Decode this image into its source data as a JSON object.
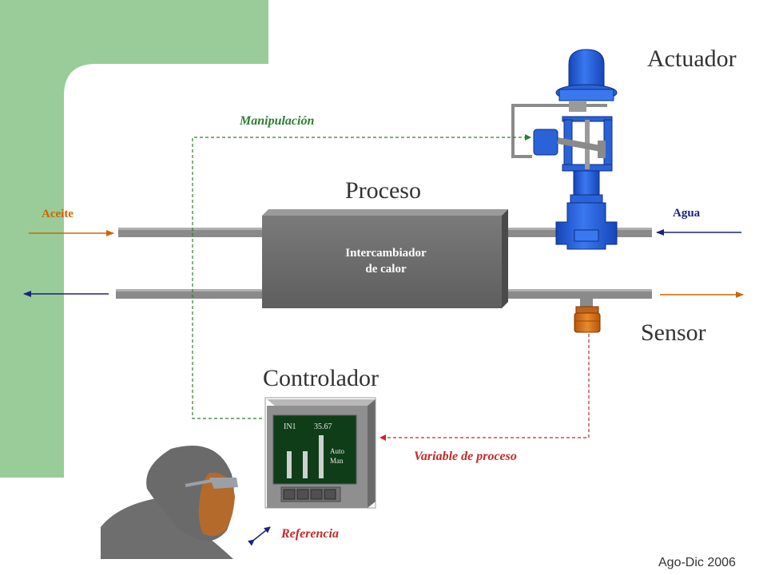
{
  "labels": {
    "actuador": "Actuador",
    "proceso": "Proceso",
    "sensor": "Sensor",
    "controlador": "Controlador",
    "manipulacion": "Manipulación",
    "aceite": "Aceite",
    "agua": "Agua",
    "intercambiador_line1": "Intercambiador",
    "intercambiador_line2": "de calor",
    "variable_de_proceso": "Variable de proceso",
    "referencia": "Referencia",
    "footer": "Ago-Dic 2006"
  },
  "controller_display": {
    "channel": "IN1",
    "value": "35.67",
    "mode_auto": "Auto",
    "mode_man": "Man"
  },
  "colors": {
    "green_panel": "#99cc99",
    "signal_green": "#2e7d32",
    "signal_red": "#c62828",
    "oil_orange": "#cc6600",
    "water_blue": "#1a237e",
    "valve_blue": "#1e5bd8",
    "sensor_orange": "#d46a0a"
  }
}
